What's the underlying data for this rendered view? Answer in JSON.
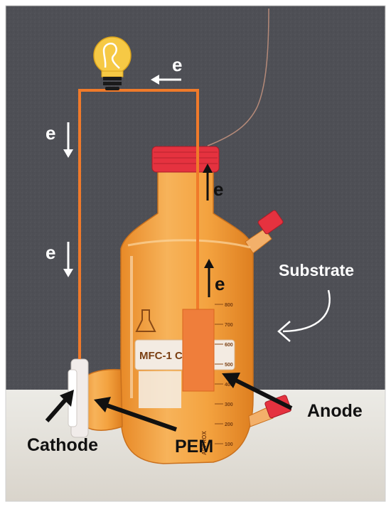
{
  "labels": {
    "electron": "e",
    "substrate": "Substrate",
    "anode": "Anode",
    "cathode": "Cathode",
    "pem": "PEM"
  },
  "bottle_text": {
    "sticker": "MFC-1 C",
    "graduation_side": "APPROX",
    "graduation_marks": [
      "800",
      "700",
      "600",
      "500",
      "400",
      "300",
      "200",
      "100"
    ]
  },
  "colors": {
    "background_board": "#4e4f55",
    "table": "#e9e5df",
    "bottle_liquid": "#f4a340",
    "cap": "#e5323f",
    "wire": "#f07a2a",
    "anode_electrode": "#ef7e3b",
    "bulb": "#f6c945",
    "arrows_on_dark": "#ffffff",
    "arrows_on_light": "#111111"
  },
  "icons": [
    "light-bulb-icon"
  ]
}
